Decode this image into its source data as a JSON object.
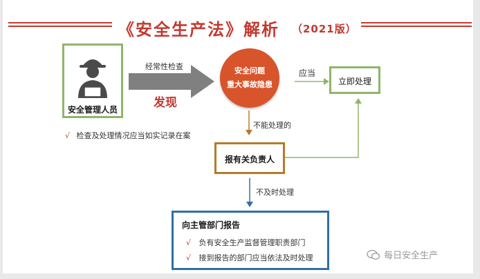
{
  "title": {
    "main": "《安全生产法》解析",
    "year": "（2021版）"
  },
  "manager": {
    "label": "安全管理人员"
  },
  "arrow_main": {
    "top_label": "经常性检查",
    "bottom_label": "发现"
  },
  "issue_circle": {
    "line1": "安全问题",
    "line2": "重大事故隐患"
  },
  "yingdang": "应当",
  "immediate": "立即处理",
  "record_note": {
    "check": "√",
    "text": "检查及处理情况应当如实记录在案"
  },
  "cannot_handle": "不能处理的",
  "responsible": "报有关负责人",
  "not_timely": "不及时处理",
  "report_box": {
    "title": "向主管部门报告",
    "items": [
      {
        "check": "√",
        "text": "负有安全生产监督管理职责部门"
      },
      {
        "check": "√",
        "text": "接到报告的部门应当依法及时处理"
      }
    ]
  },
  "watermark": "每日安全生产",
  "colors": {
    "red": "#c2392f",
    "orange": "#d8542b",
    "green": "#8fb56a",
    "brown": "#b57a2a",
    "blue": "#2f6ea9"
  }
}
